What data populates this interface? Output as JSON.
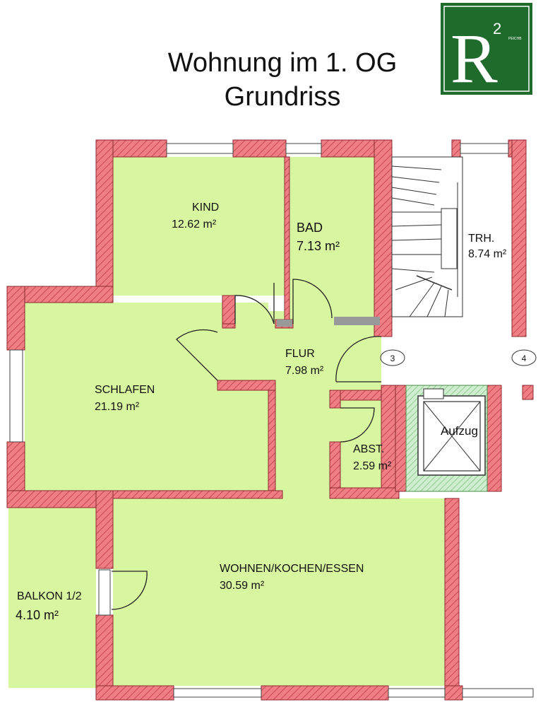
{
  "title": {
    "line1": "Wohnung im 1. OG",
    "line2": "Grundriss"
  },
  "logo": {
    "letter": "R",
    "superscript": "2",
    "small_text": "PEICHB"
  },
  "colors": {
    "room": "#d8f5a0",
    "wall": "#ef7d84",
    "wall_hatch": "#c74a52",
    "logo_bg": "#1f6b2c",
    "elevator": "#cfeecf"
  },
  "rooms": {
    "kind": {
      "name": "KIND",
      "area": "12.62 m²"
    },
    "bad": {
      "name": "BAD",
      "area": "7.13 m²"
    },
    "trh": {
      "name": "TRH.",
      "area": "8.74 m²"
    },
    "flur": {
      "name": "FLUR",
      "area": "7.98 m²"
    },
    "schlafen": {
      "name": "SCHLAFEN",
      "area": "21.19 m²"
    },
    "abst": {
      "name": "ABST.",
      "area": "2.59 m²"
    },
    "aufzug": {
      "name": "Aufzug"
    },
    "wohnen": {
      "name": "WOHNEN/KOCHEN/ESSEN",
      "area": "30.59 m²"
    },
    "balkon": {
      "name": "BALKON 1/2",
      "area": "4.10 m²"
    }
  },
  "markers": {
    "m3": "3",
    "m4": "4"
  }
}
